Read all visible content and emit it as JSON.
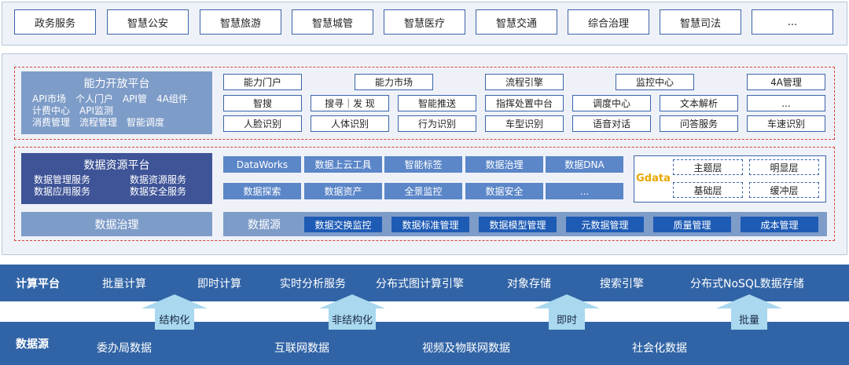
{
  "apps": [
    "政务服务",
    "智慧公安",
    "智慧旅游",
    "智慧城管",
    "智慧医疗",
    "智慧交通",
    "综合治理",
    "智慧司法",
    "..."
  ],
  "capability": {
    "title": "能力开放平台",
    "lines": [
      "API市场　个人门户　API管　4A组件",
      "计费中心　API监测",
      "消费管理　流程管理　智能调度"
    ],
    "cells": {
      "r1": [
        "能力门户",
        "能力市场",
        "流程引擎",
        "监控中心",
        "4A管理"
      ],
      "r2": [
        "智搜",
        "搜寻｜发 现",
        "智能推送",
        "指挥处置中台",
        "调度中心",
        "文本解析",
        "..."
      ],
      "r3": [
        "人脸识别",
        "人体识别",
        "行为识别",
        "车型识别",
        "语音对话",
        "问答服务",
        "车速识别"
      ]
    }
  },
  "data_resource": {
    "title": "数据资源平台",
    "services": [
      "数据管理服务",
      "数据资源服务",
      "数据应用服务",
      "数据安全服务"
    ],
    "row1": [
      "DataWorks",
      "数据上云工具",
      "智能标签",
      "数据治理",
      "数据DNA"
    ],
    "row2": [
      "数据探索",
      "数据资产",
      "全景监控",
      "数据安全",
      "..."
    ],
    "gdata_label": "Gdata",
    "gdata_cells": [
      "主题层",
      "明显层",
      "基础层",
      "缓冲层"
    ]
  },
  "governance": {
    "title": "数据治理",
    "source_label": "数据源",
    "items": [
      "数据交换监控",
      "数据标准管理",
      "数据模型管理",
      "元数据管理",
      "质量管理",
      "成本管理"
    ]
  },
  "compute": {
    "label": "计算平台",
    "items": [
      "批量计算",
      "即时计算",
      "实时分析服务",
      "分布式图计算引擎",
      "对象存储",
      "搜索引擎",
      "分布式NoSQL数据存储"
    ]
  },
  "arrows": [
    "结构化",
    "非结构化",
    "即时",
    "批量"
  ],
  "source": {
    "label": "数据源",
    "items": [
      "委办局数据",
      "互联网数据",
      "视频及物联网数据",
      "社会化数据"
    ]
  }
}
